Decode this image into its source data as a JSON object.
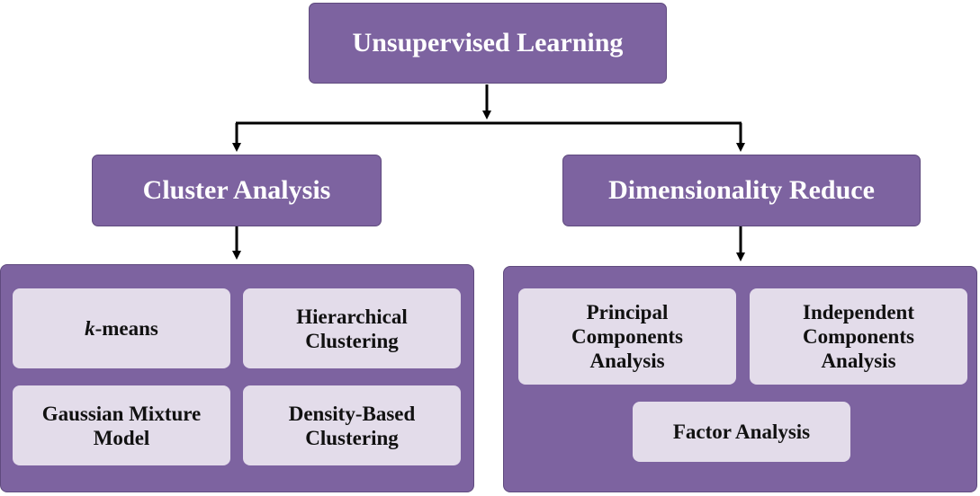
{
  "root": {
    "label": "Unsupervised Learning"
  },
  "branches": {
    "cluster": {
      "label": "Cluster Analysis",
      "methods": {
        "kmeans": {
          "prefix": "k",
          "suffix": "-means"
        },
        "hierarchical": {
          "line1": "Hierarchical",
          "line2": "Clustering"
        },
        "gmm": {
          "line1": "Gaussian Mixture",
          "line2": "Model"
        },
        "density": {
          "line1": "Density-Based",
          "line2": "Clustering"
        }
      }
    },
    "dimensionality": {
      "label": "Dimensionality Reduce",
      "methods": {
        "pca": {
          "line1": "Principal",
          "line2": "Components",
          "line3": "Analysis"
        },
        "ica": {
          "line1": "Independent",
          "line2": "Components",
          "line3": "Analysis"
        },
        "factor": {
          "label": "Factor Analysis"
        }
      }
    }
  },
  "colors": {
    "box_fill": "#7d63a0",
    "leaf_fill": "#e3dcea",
    "connector": "#000000"
  }
}
